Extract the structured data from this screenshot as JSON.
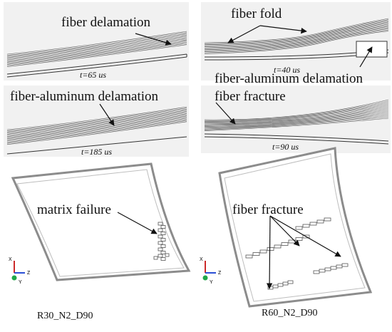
{
  "panels": {
    "top_left": {
      "annotation": "fiber delamation",
      "time": "t=65 us"
    },
    "top_right": {
      "annotation_fold": "fiber fold",
      "annotation_delam": "fiber-aluminum delamation",
      "time": "t=40 us"
    },
    "mid_left": {
      "annotation": "fiber-aluminum delamation",
      "time": "t=185 us"
    },
    "mid_right": {
      "annotation": "fiber fracture",
      "time": "t=90 us"
    },
    "bottom_left": {
      "annotation": "matrix failure",
      "label": "R30_N2_D90",
      "axes": {
        "x": "X",
        "y": "Y",
        "z": "Z"
      }
    },
    "bottom_right": {
      "annotation": "fiber fracture",
      "label": "R60_N2_D90",
      "axes": {
        "x": "X",
        "y": "Y",
        "z": "Z"
      }
    }
  },
  "colors": {
    "axis_x": "#cc2a2a",
    "axis_y": "#1fa84a",
    "axis_z": "#2a4fd6",
    "shell": "#8c8c8c"
  }
}
